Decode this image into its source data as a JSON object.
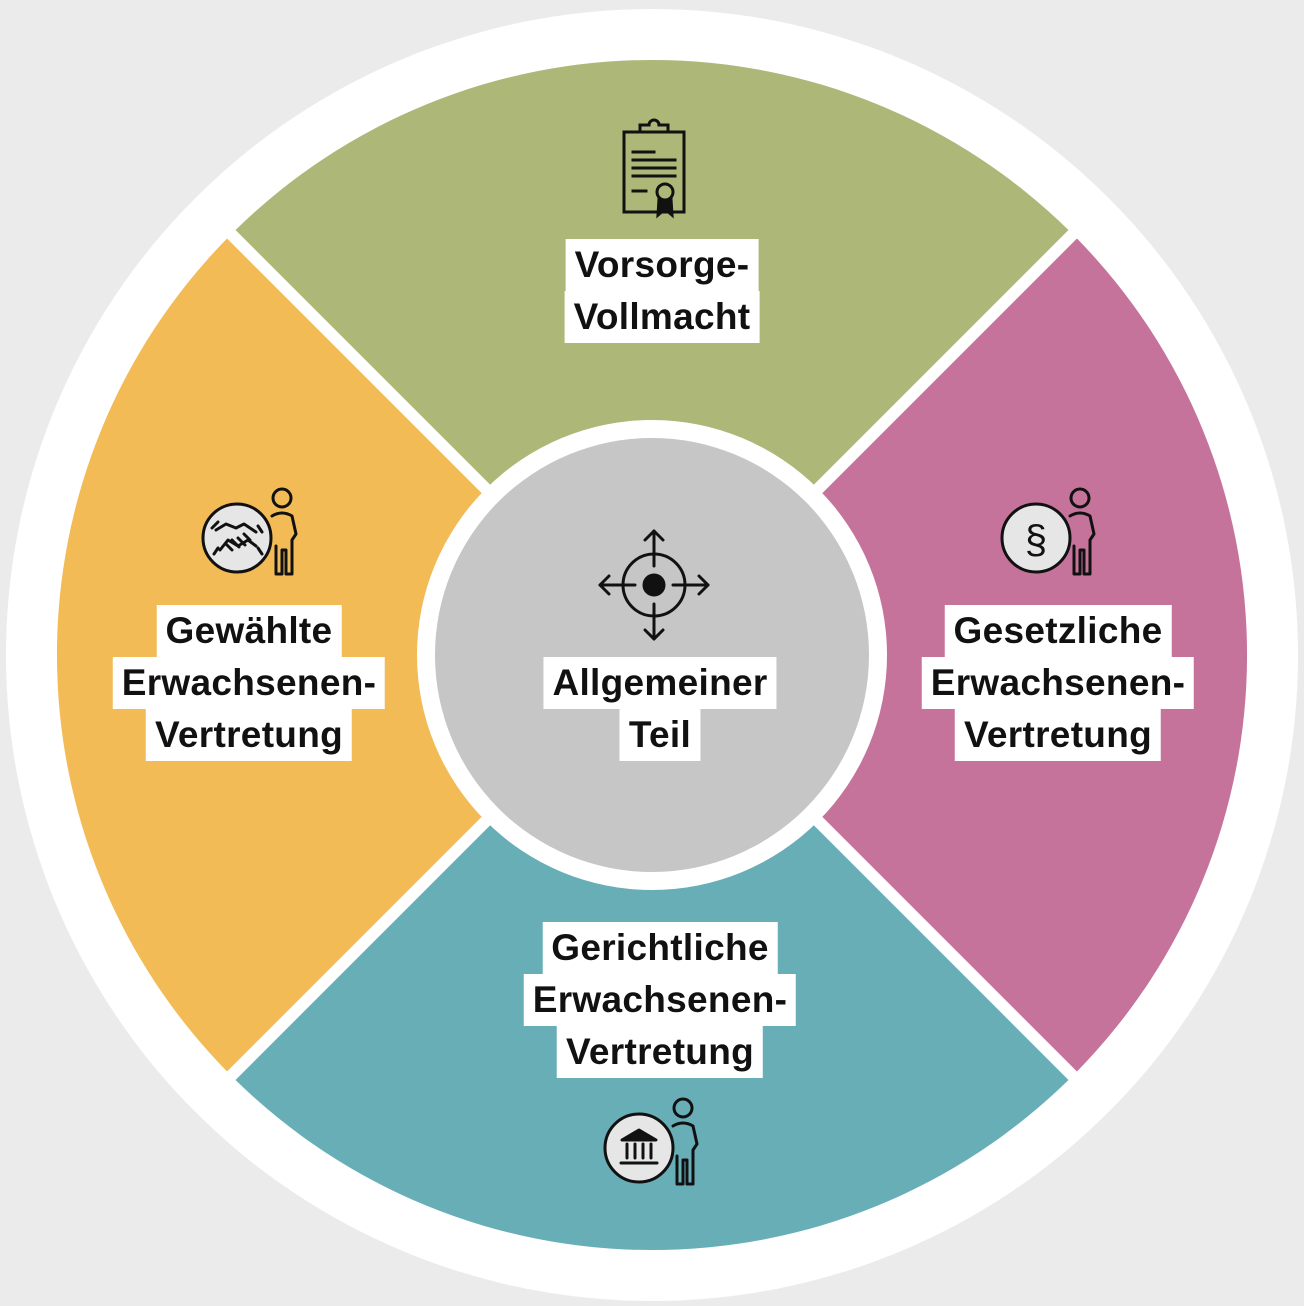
{
  "colors": {
    "background": "#ebebeb",
    "ring": "#ffffff",
    "top": "#adb878",
    "right": "#c6739c",
    "bottom": "#67aeb7",
    "left": "#f2bb55",
    "center": "#c5c6c5",
    "icon_stroke": "#111111",
    "icon_disc": "#e6e6e6"
  },
  "segments": {
    "top": {
      "lines": [
        "Vorsorge-",
        "Vollmacht"
      ],
      "icon": "clipboard-certificate-icon"
    },
    "right": {
      "lines": [
        "Gesetzliche",
        "Erwachsenen-",
        "Vertretung"
      ],
      "icon": "paragraph-person-icon",
      "icon_symbol": "§"
    },
    "bottom": {
      "lines": [
        "Gerichtliche",
        "Erwachsenen-",
        "Vertretung"
      ],
      "icon": "courthouse-person-icon"
    },
    "left": {
      "lines": [
        "Gewählte",
        "Erwachsenen-",
        "Vertretung"
      ],
      "icon": "handshake-person-icon"
    }
  },
  "center": {
    "lines": [
      "Allgemeiner",
      "Teil"
    ],
    "icon": "crosshair-arrows-icon"
  }
}
